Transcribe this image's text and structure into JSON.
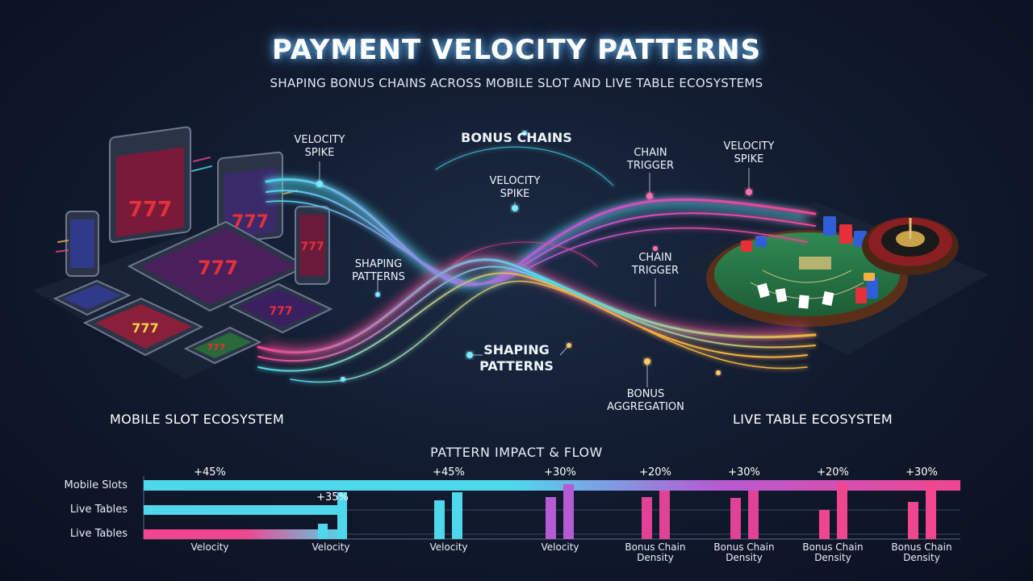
{
  "header": {
    "title": "PAYMENT VELOCITY PATTERNS",
    "subtitle": "SHAPING BONUS CHAINS ACROSS MOBILE SLOT AND LIVE TABLE ECOSYSTEMS"
  },
  "diagram": {
    "labels": {
      "velocity_spike_left": "VELOCITY\nSPIKE",
      "bonus_chains": "BONUS CHAINS",
      "velocity_spike_center": "VELOCITY\nSPIKE",
      "chain_trigger_top": "CHAIN\nTRIGGER",
      "velocity_spike_right": "VELOCITY\nSPIKE",
      "shaping_patterns_left": "SHAPING\nPATTERNS",
      "chain_trigger_mid": "CHAIN\nTRIGGER",
      "shaping_patterns_center": "SHAPING\nPATTERNS",
      "bonus_aggregation": "BONUS\nAGGREGATION"
    },
    "ecosystems": {
      "left": "MOBILE SLOT ECOSYSTEM",
      "right": "LIVE TABLE ECOSYSTEM"
    },
    "slot_symbol": "777",
    "colors": {
      "cyan": "#4fd8ec",
      "magenta": "#f0468f",
      "gold": "#f5b042",
      "purple": "#b55bd6"
    }
  },
  "impact": {
    "title": "PATTERN IMPACT & FLOW",
    "rows": [
      "Mobile Slots",
      "Live Tables",
      "Live Tables"
    ],
    "percent_labels": [
      "+45%",
      "+35%",
      "+45%",
      "+30%",
      "+20%",
      "+30%",
      "+20%",
      "+30%"
    ],
    "categories": [
      "Velocity",
      "Velocity",
      "Velocity",
      "Velocity",
      "Bonus Chain\nDensity",
      "Bonus Chain\nDensity",
      "Bonus Chain\nDensity",
      "Bonus Chain\nDensity"
    ]
  }
}
